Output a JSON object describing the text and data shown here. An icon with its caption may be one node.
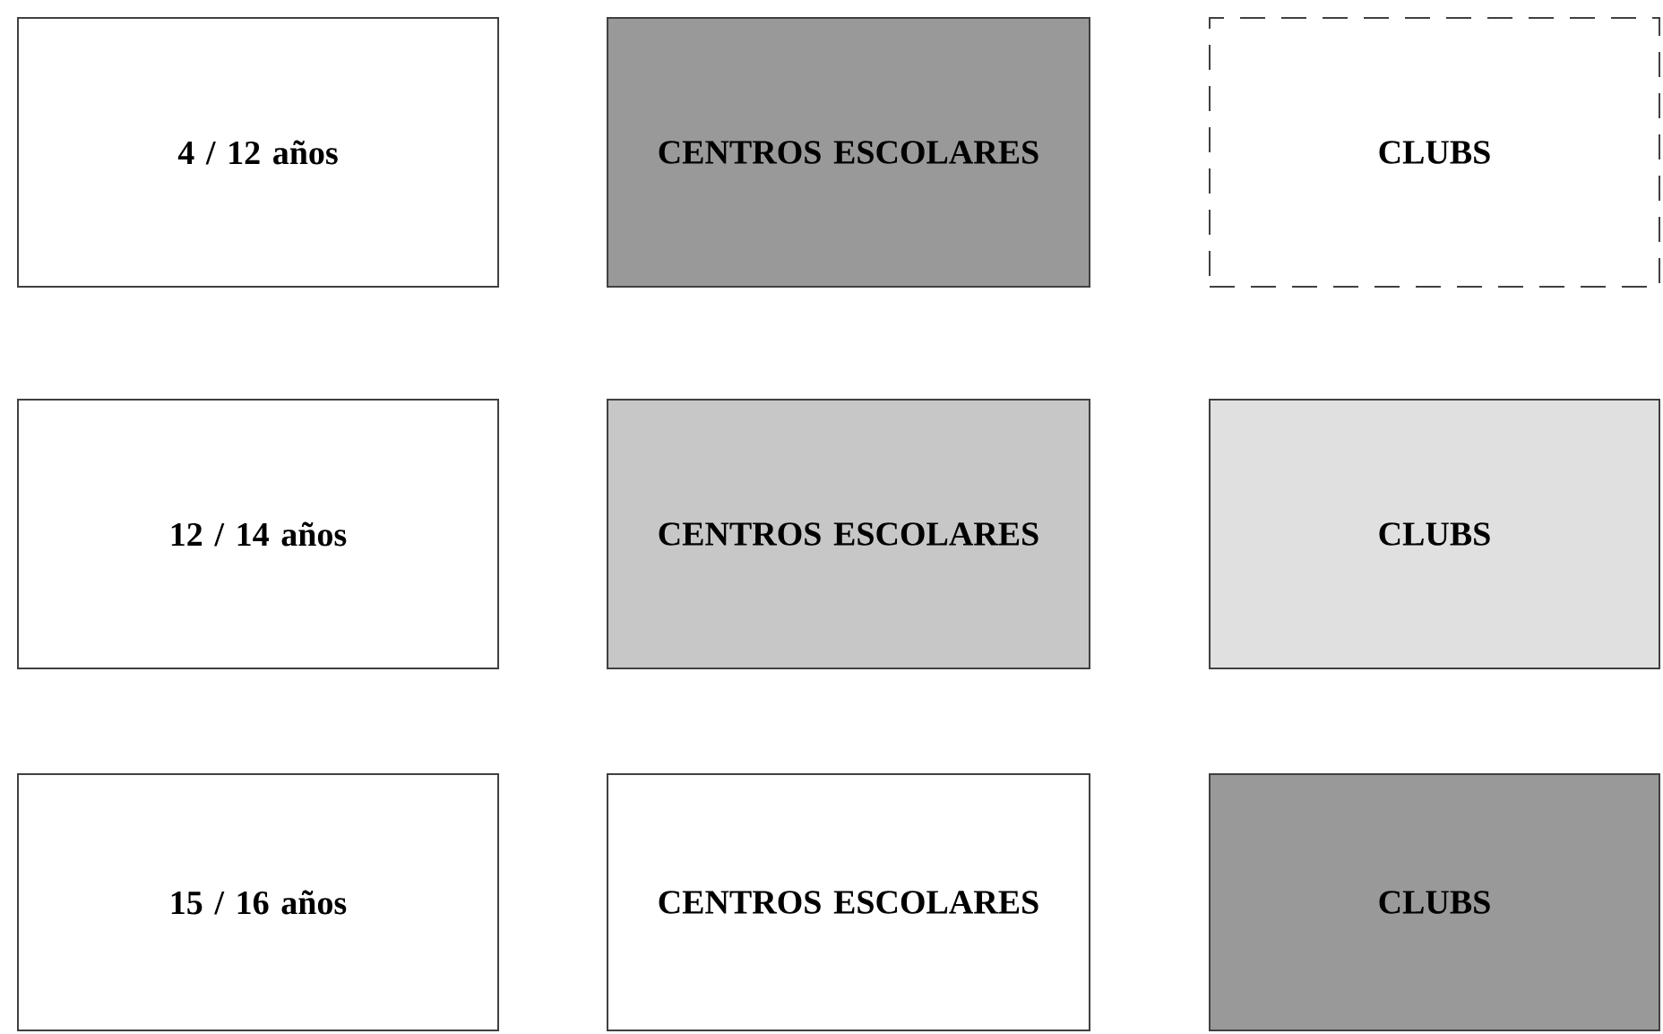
{
  "diagram": {
    "nodes": [
      {
        "text": [
          "4 / 12 años"
        ]
      },
      {
        "text": [
          "CENTROS ESCOLARES"
        ]
      },
      {
        "text": [
          "CLUBS"
        ]
      },
      {
        "text": [
          "12 / 14 años"
        ]
      },
      {
        "text": [
          "CENTROS ESCOLARES"
        ]
      },
      {
        "text": [
          "CLUBS"
        ]
      },
      {
        "text": [
          "15 / 16 años"
        ]
      },
      {
        "text": [
          "CENTROS ESCOLARES"
        ]
      },
      {
        "text": [
          "CLUBS"
        ]
      }
    ]
  }
}
